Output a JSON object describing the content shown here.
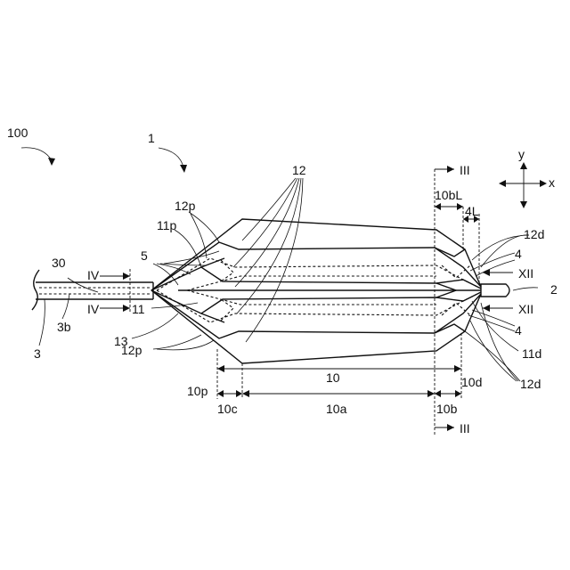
{
  "labels": {
    "device": "100",
    "assembly": "1",
    "struts": "12",
    "struts_proximal": "12p",
    "struts_distal": "12d",
    "node_proximal": "11p",
    "node_distal": "11d",
    "joint": "11",
    "hub": "5",
    "tube": "30",
    "shaft": "3",
    "shaft_b": "3b",
    "part_13": "13",
    "tip": "2",
    "marker": "4",
    "length": "10",
    "length_a": "10a",
    "length_b": "10b",
    "length_c": "10c",
    "length_p": "10p",
    "length_d": "10d",
    "length_bL": "10bL",
    "length_4L": "4L",
    "section_IV": "IV",
    "section_III": "III",
    "section_XII": "XII",
    "axis_x": "x",
    "axis_y": "y"
  }
}
